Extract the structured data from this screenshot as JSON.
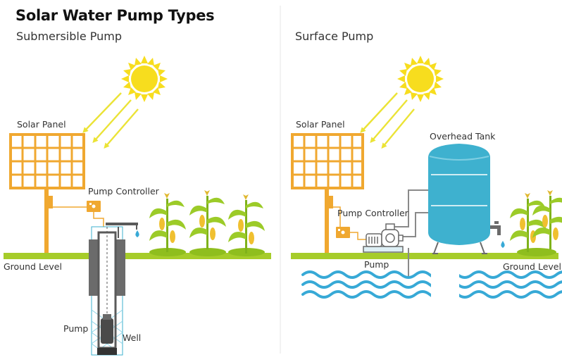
{
  "title": "Solar Water Pump Types",
  "colors": {
    "solar_orange": "#F0A830",
    "sun_yellow": "#F7DD1E",
    "ray_yellow": "#EBE336",
    "ground_green": "#A6CC2A",
    "tank_blue": "#3EB1CF",
    "water_blue": "#37A9D6",
    "well_gray": "#5A5A5A"
  },
  "left": {
    "heading": "Submersible Pump",
    "labels": {
      "solar_panel": "Solar Panel",
      "pump_controller": "Pump Controller",
      "ground_level": "Ground Level",
      "pump": "Pump",
      "well": "Well"
    },
    "icons": [
      "sun-icon",
      "sunray-arrows",
      "solar-panel-icon",
      "controller-box-icon",
      "corn-plant-icon",
      "water-drop-icon",
      "submersible-pump-icon",
      "well-shaft-icon"
    ]
  },
  "right": {
    "heading": "Surface Pump",
    "labels": {
      "solar_panel": "Solar Panel",
      "pump_controller": "Pump Controller",
      "overhead_tank": "Overhead Tank",
      "pump": "Pump",
      "ground_level": "Ground Level"
    },
    "icons": [
      "sun-icon",
      "sunray-arrows",
      "solar-panel-icon",
      "controller-box-icon",
      "surface-pump-icon",
      "water-tank-icon",
      "faucet-icon",
      "water-drop-icon",
      "water-waves-icon",
      "corn-plant-icon"
    ]
  }
}
